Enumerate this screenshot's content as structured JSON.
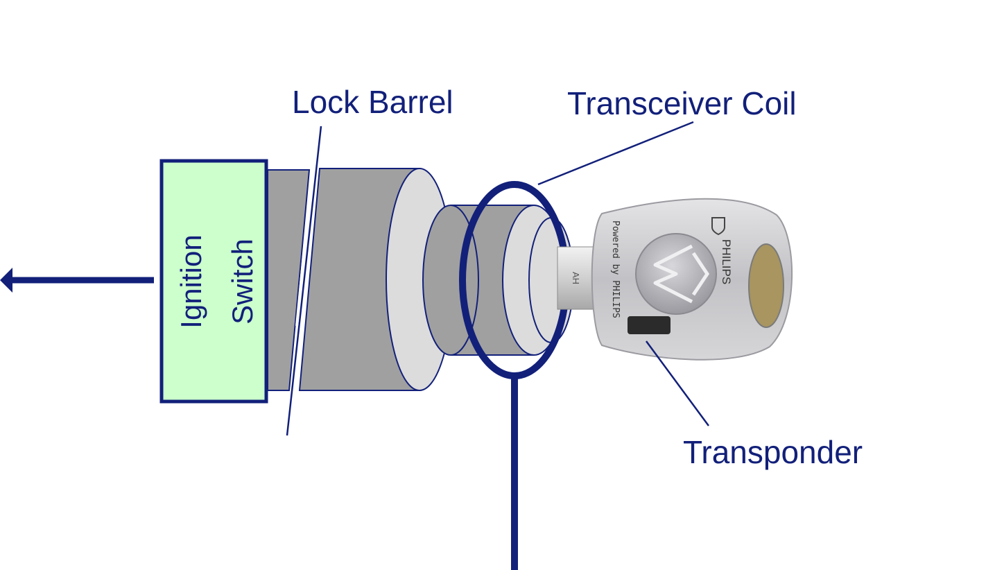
{
  "labels": {
    "lock_barrel": "Lock Barrel",
    "transceiver_coil": "Transceiver Coil",
    "transponder": "Transponder",
    "ignition_line1": "Ignition",
    "ignition_line2": "Switch"
  },
  "key": {
    "blade_text": "AH",
    "head_text_1": "Powered by PHILIPS",
    "head_text_2": "PHILIPS"
  },
  "colors": {
    "navy": "#12207a",
    "ignition_fill": "#ccffcc",
    "barrel_gray": "#a0a0a0",
    "barrel_face": "#dcdcdc"
  },
  "icons": {
    "arrow": "left-arrow-icon",
    "key_logo": "vw-logo-icon",
    "brand": "philips-shield-icon"
  }
}
